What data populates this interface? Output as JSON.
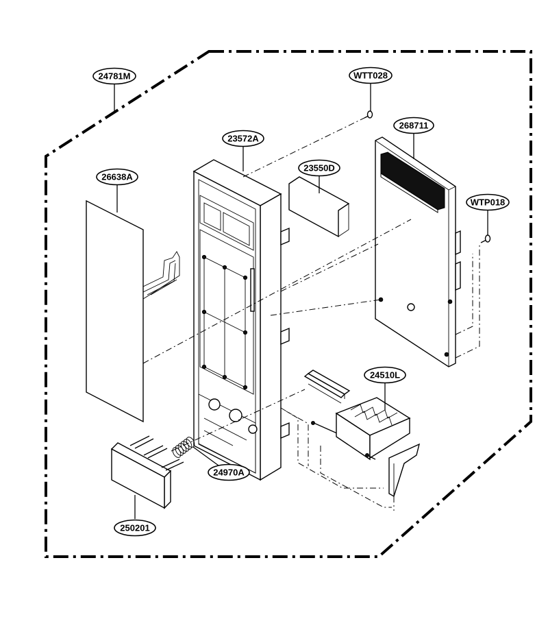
{
  "parts": [
    {
      "id": "p1",
      "label": "24781M"
    },
    {
      "id": "p2",
      "label": "WTT028"
    },
    {
      "id": "p3",
      "label": "268711"
    },
    {
      "id": "p4",
      "label": "23572A"
    },
    {
      "id": "p5",
      "label": "23550D"
    },
    {
      "id": "p6",
      "label": "26638A"
    },
    {
      "id": "p7",
      "label": "WTP018"
    },
    {
      "id": "p8",
      "label": "24510L"
    },
    {
      "id": "p9",
      "label": "24970A"
    },
    {
      "id": "p10",
      "label": "250201"
    }
  ]
}
